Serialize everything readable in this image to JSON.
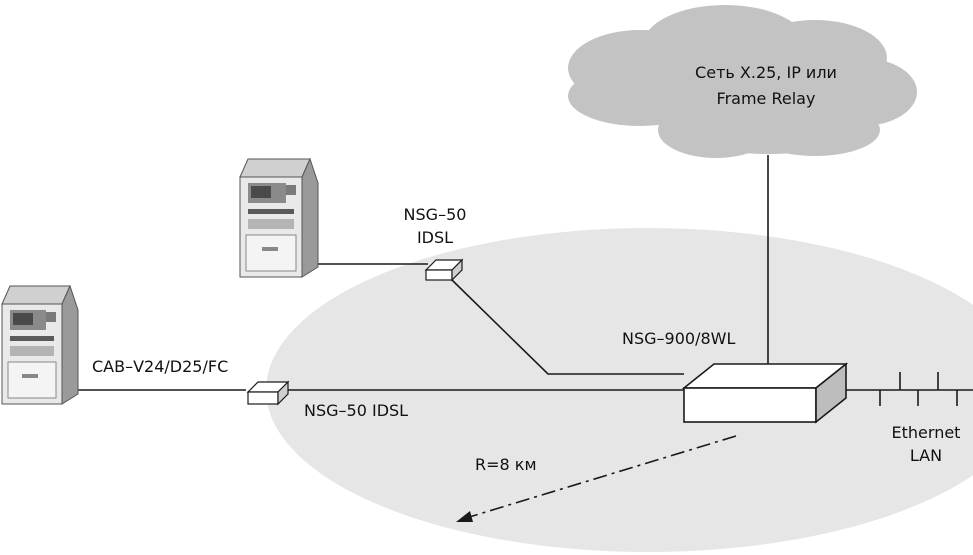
{
  "cloud": {
    "line1": "Сеть X.25, IP или",
    "line2": "Frame Relay"
  },
  "labels": {
    "nsg50_top_line1": "NSG–50",
    "nsg50_top_line2": "IDSL",
    "nsg900": "NSG–900/8WL",
    "cable": "CAB–V24/D25/FC",
    "nsg50_bottom": "NSG–50 IDSL",
    "radius": "R=8 км",
    "lan_line1": "Ethernet",
    "lan_line2": "LAN"
  },
  "colors": {
    "cloud": "#c3c3c3",
    "zone": "#e6e6e6",
    "line": "#1a1a1a",
    "atm_body": "#e9e9e9",
    "atm_shade": "#9a9a9a"
  },
  "icons": [
    "atm-icon",
    "modem-icon",
    "router-icon",
    "cloud-icon"
  ]
}
